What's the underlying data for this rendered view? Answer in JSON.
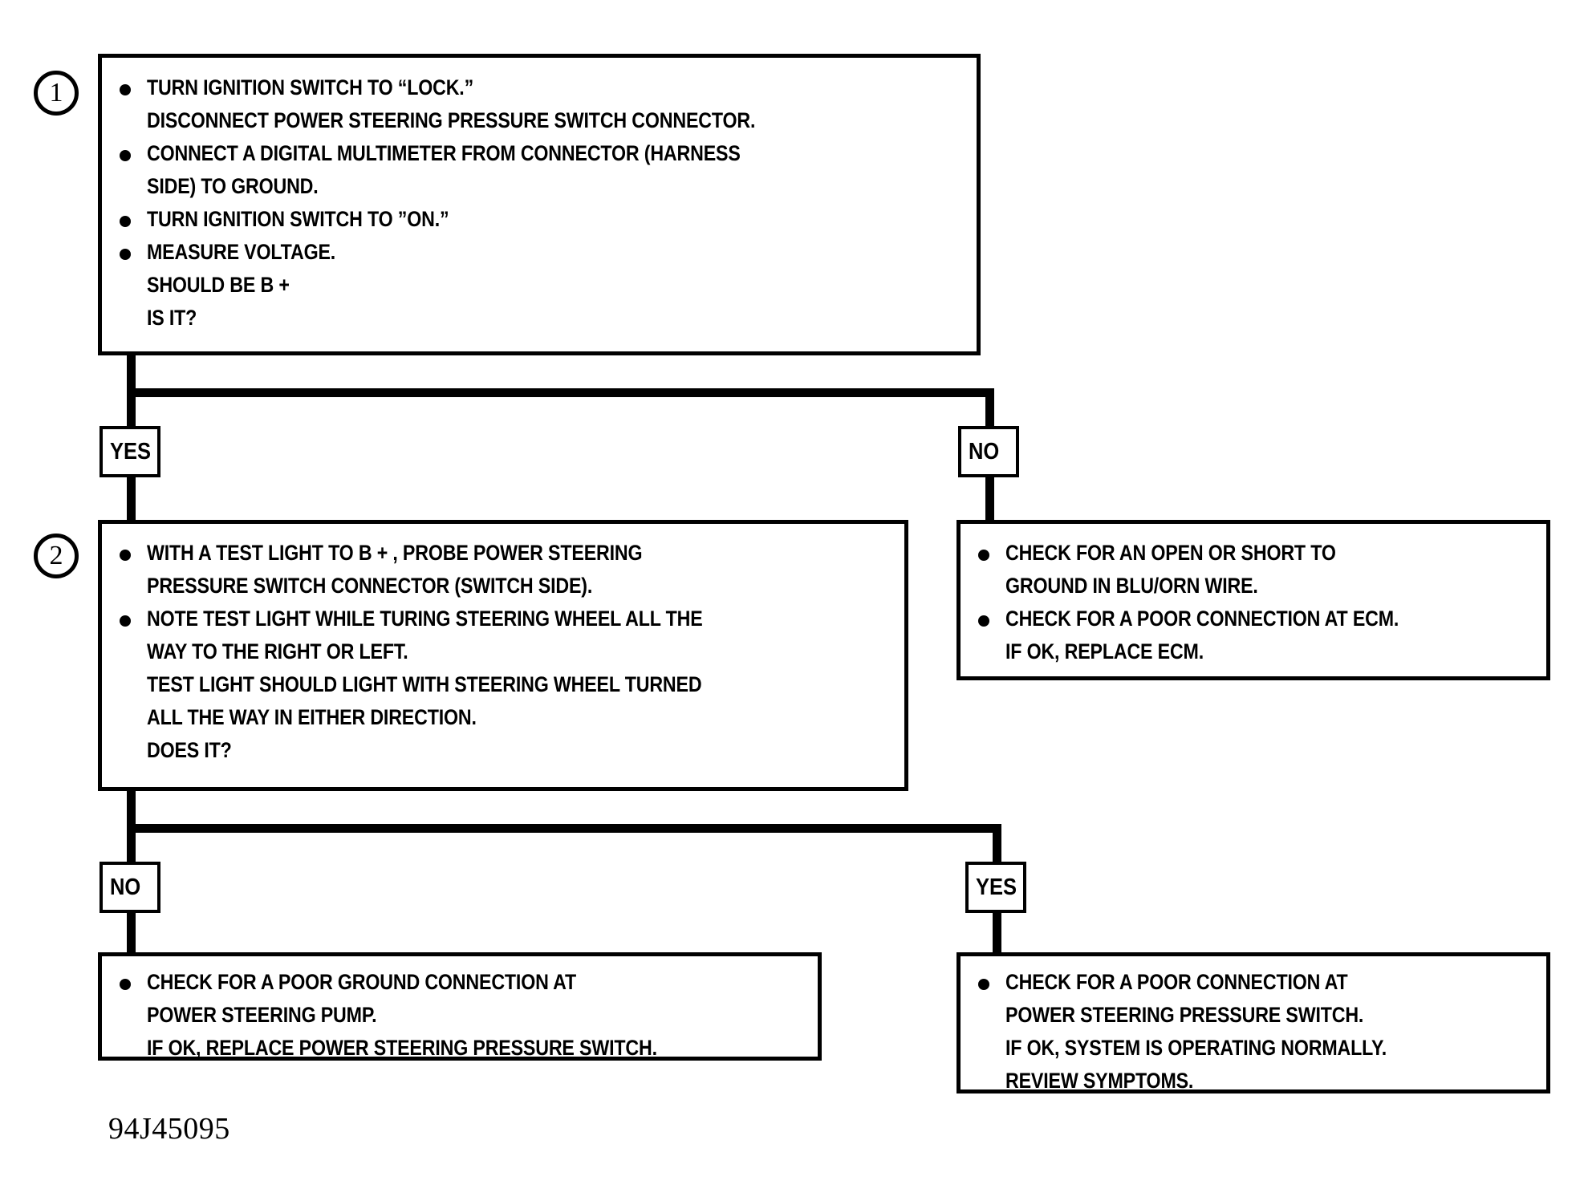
{
  "diagram": {
    "title": "Power Steering Pressure Switch Diagnostic Flow Chart",
    "footer_code": "94J45095",
    "line_color": "#000000",
    "background_color": "#ffffff"
  },
  "steps": [
    {
      "number": "1"
    },
    {
      "number": "2"
    }
  ],
  "nodes": {
    "step1": {
      "step_number": "1",
      "lines": [
        {
          "bullet": true,
          "text": "TURN IGNITION SWITCH TO “LOCK.”"
        },
        {
          "bullet": false,
          "text": "DISCONNECT POWER STEERING PRESSURE SWITCH CONNECTOR."
        },
        {
          "bullet": true,
          "text": "CONNECT A DIGITAL MULTIMETER FROM CONNECTOR (HARNESS"
        },
        {
          "bullet": false,
          "text": "SIDE) TO GROUND."
        },
        {
          "bullet": true,
          "text": "TURN IGNITION SWITCH TO ”ON.”"
        },
        {
          "bullet": true,
          "text": "MEASURE VOLTAGE."
        },
        {
          "bullet": false,
          "text": "SHOULD BE B +"
        },
        {
          "bullet": false,
          "text": "IS IT?"
        }
      ]
    },
    "step1_no_result": {
      "lines": [
        {
          "bullet": true,
          "text": "CHECK FOR AN OPEN OR SHORT TO"
        },
        {
          "bullet": false,
          "text": "GROUND IN BLU/ORN WIRE."
        },
        {
          "bullet": true,
          "text": "CHECK FOR A POOR CONNECTION AT ECM."
        },
        {
          "bullet": false,
          "text": "IF OK, REPLACE ECM."
        }
      ]
    },
    "step2": {
      "step_number": "2",
      "lines": [
        {
          "bullet": true,
          "text": "WITH A TEST LIGHT TO B + , PROBE POWER STEERING"
        },
        {
          "bullet": false,
          "text": "PRESSURE SWITCH CONNECTOR (SWITCH SIDE)."
        },
        {
          "bullet": true,
          "text": "NOTE TEST LIGHT WHILE TURING STEERING WHEEL ALL THE"
        },
        {
          "bullet": false,
          "text": "WAY TO THE RIGHT OR LEFT."
        },
        {
          "bullet": false,
          "text": "TEST LIGHT SHOULD LIGHT WITH STEERING WHEEL TURNED"
        },
        {
          "bullet": false,
          "text": "ALL THE WAY IN EITHER DIRECTION."
        },
        {
          "bullet": false,
          "text": "DOES IT?"
        }
      ]
    },
    "step2_no_result": {
      "lines": [
        {
          "bullet": true,
          "text": "CHECK FOR A POOR GROUND CONNECTION AT"
        },
        {
          "bullet": false,
          "text": "POWER STEERING PUMP."
        },
        {
          "bullet": false,
          "text": "IF OK, REPLACE POWER STEERING PRESSURE SWITCH."
        }
      ]
    },
    "step2_yes_result": {
      "lines": [
        {
          "bullet": true,
          "text": "CHECK FOR A POOR CONNECTION AT"
        },
        {
          "bullet": false,
          "text": "POWER STEERING PRESSURE SWITCH."
        },
        {
          "bullet": false,
          "text": "IF OK, SYSTEM IS OPERATING NORMALLY."
        },
        {
          "bullet": false,
          "text": "REVIEW SYMPTOMS."
        }
      ]
    }
  },
  "decisions": {
    "step1_yes": "YES",
    "step1_no": "NO",
    "step2_no": "NO",
    "step2_yes": "YES"
  }
}
